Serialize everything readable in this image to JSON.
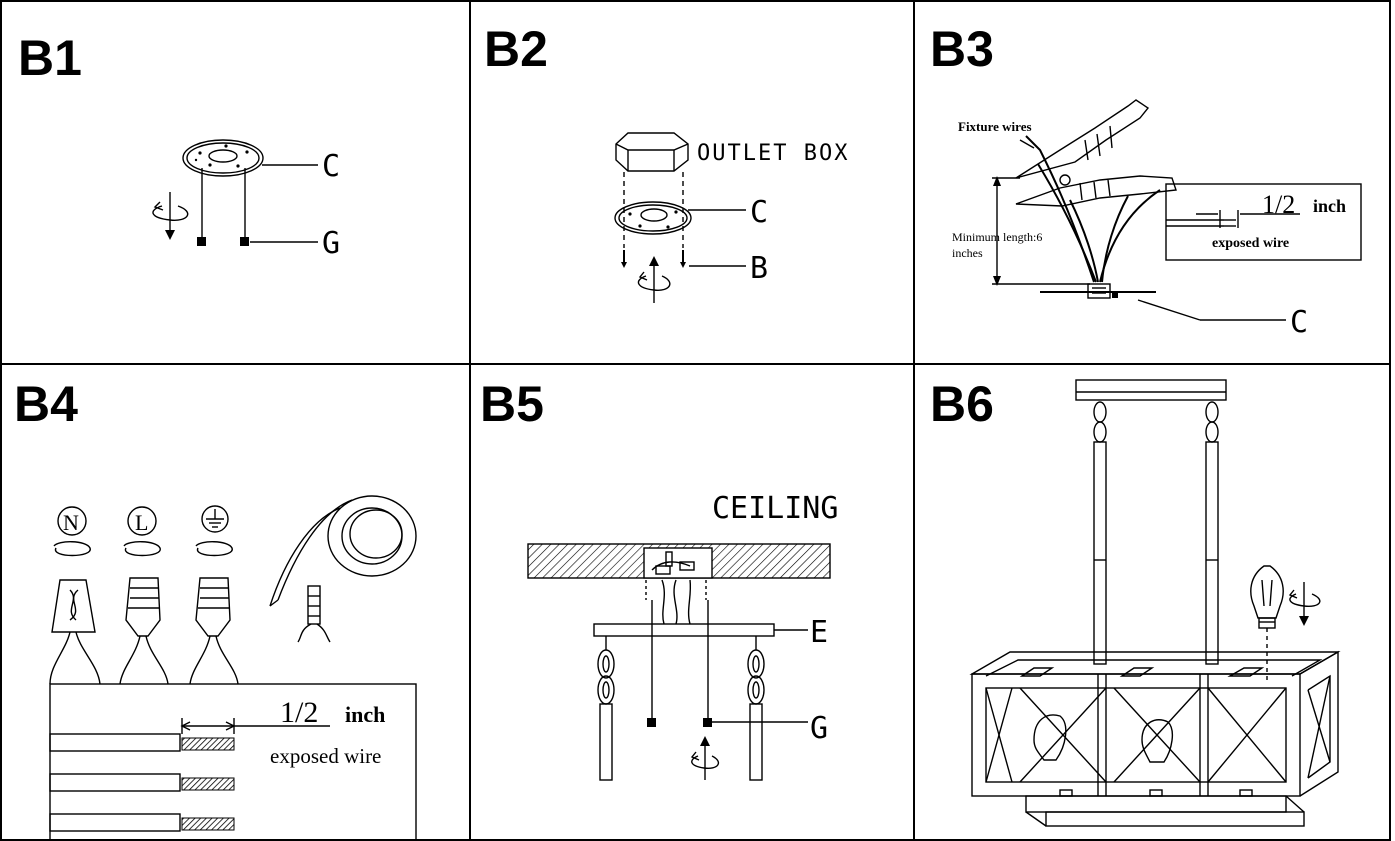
{
  "panels": {
    "b1": {
      "step": "B1",
      "callout_c": "C",
      "callout_g": "G"
    },
    "b2": {
      "step": "B2",
      "outlet_box": "OUTLET BOX",
      "callout_c": "C",
      "callout_b": "B"
    },
    "b3": {
      "step": "B3",
      "fixture_wires": "Fixture wires",
      "min_length_1": "Minimum length:6",
      "min_length_2": "inches",
      "half": "1/2",
      "inch": "inch",
      "exposed_wire": "exposed wire",
      "callout_c": "C"
    },
    "b4": {
      "step": "B4",
      "symbol_n": "N",
      "symbol_l": "L",
      "half": "1/2",
      "inch": "inch",
      "exposed_wire": "exposed wire"
    },
    "b5": {
      "step": "B5",
      "ceiling": "CEILING",
      "callout_e": "E",
      "callout_g": "G"
    },
    "b6": {
      "step": "B6"
    }
  },
  "colors": {
    "ink": "#000000",
    "paper": "#ffffff"
  }
}
